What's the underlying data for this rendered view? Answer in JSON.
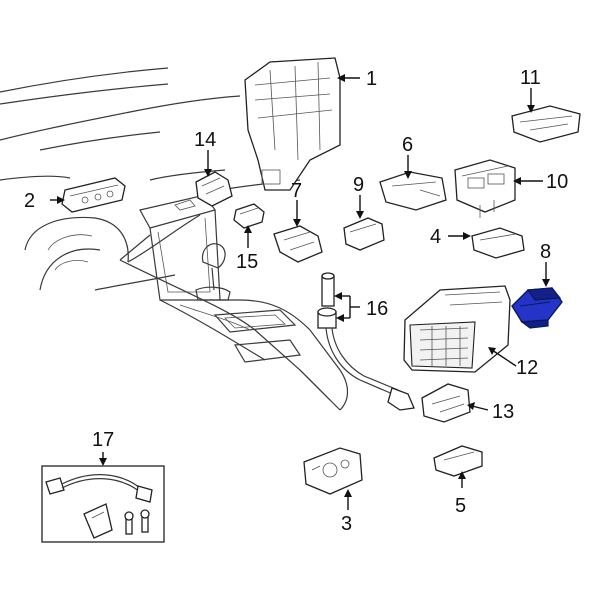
{
  "callouts": {
    "p1": "1",
    "p2": "2",
    "p3": "3",
    "p4": "4",
    "p5": "5",
    "p6": "6",
    "p7": "7",
    "p8": "8",
    "p9": "9",
    "p10": "10",
    "p11": "11",
    "p12": "12",
    "p13": "13",
    "p14": "14",
    "p15": "15",
    "p16": "16",
    "p17": "17"
  },
  "colors": {
    "highlight": "#2434c8",
    "line": "#222222"
  }
}
